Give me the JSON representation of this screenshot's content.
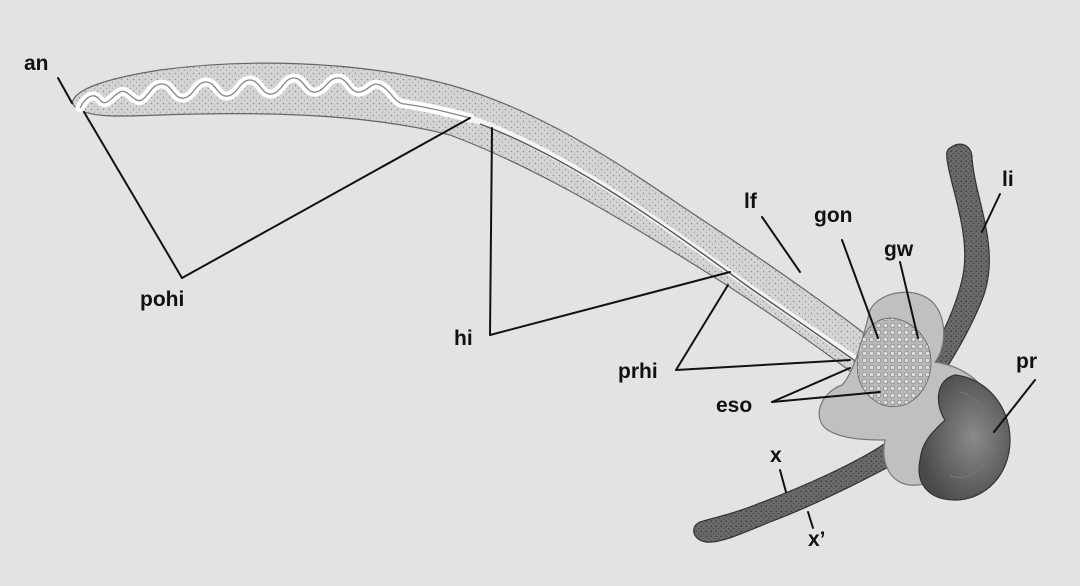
{
  "labels": {
    "an": "an",
    "pohi": "pohi",
    "hi": "hi",
    "lf": "lf",
    "gon": "gon",
    "gw": "gw",
    "li": "li",
    "prhi": "prhi",
    "eso": "eso",
    "pr": "pr",
    "x": "x",
    "x_prime": "x’"
  },
  "colors": {
    "background": "#e3e3e3",
    "body_fill": "#d2d2d2",
    "dark_appendage": "#555555",
    "gut_lumen": "#ffffff",
    "line": "#111111"
  }
}
